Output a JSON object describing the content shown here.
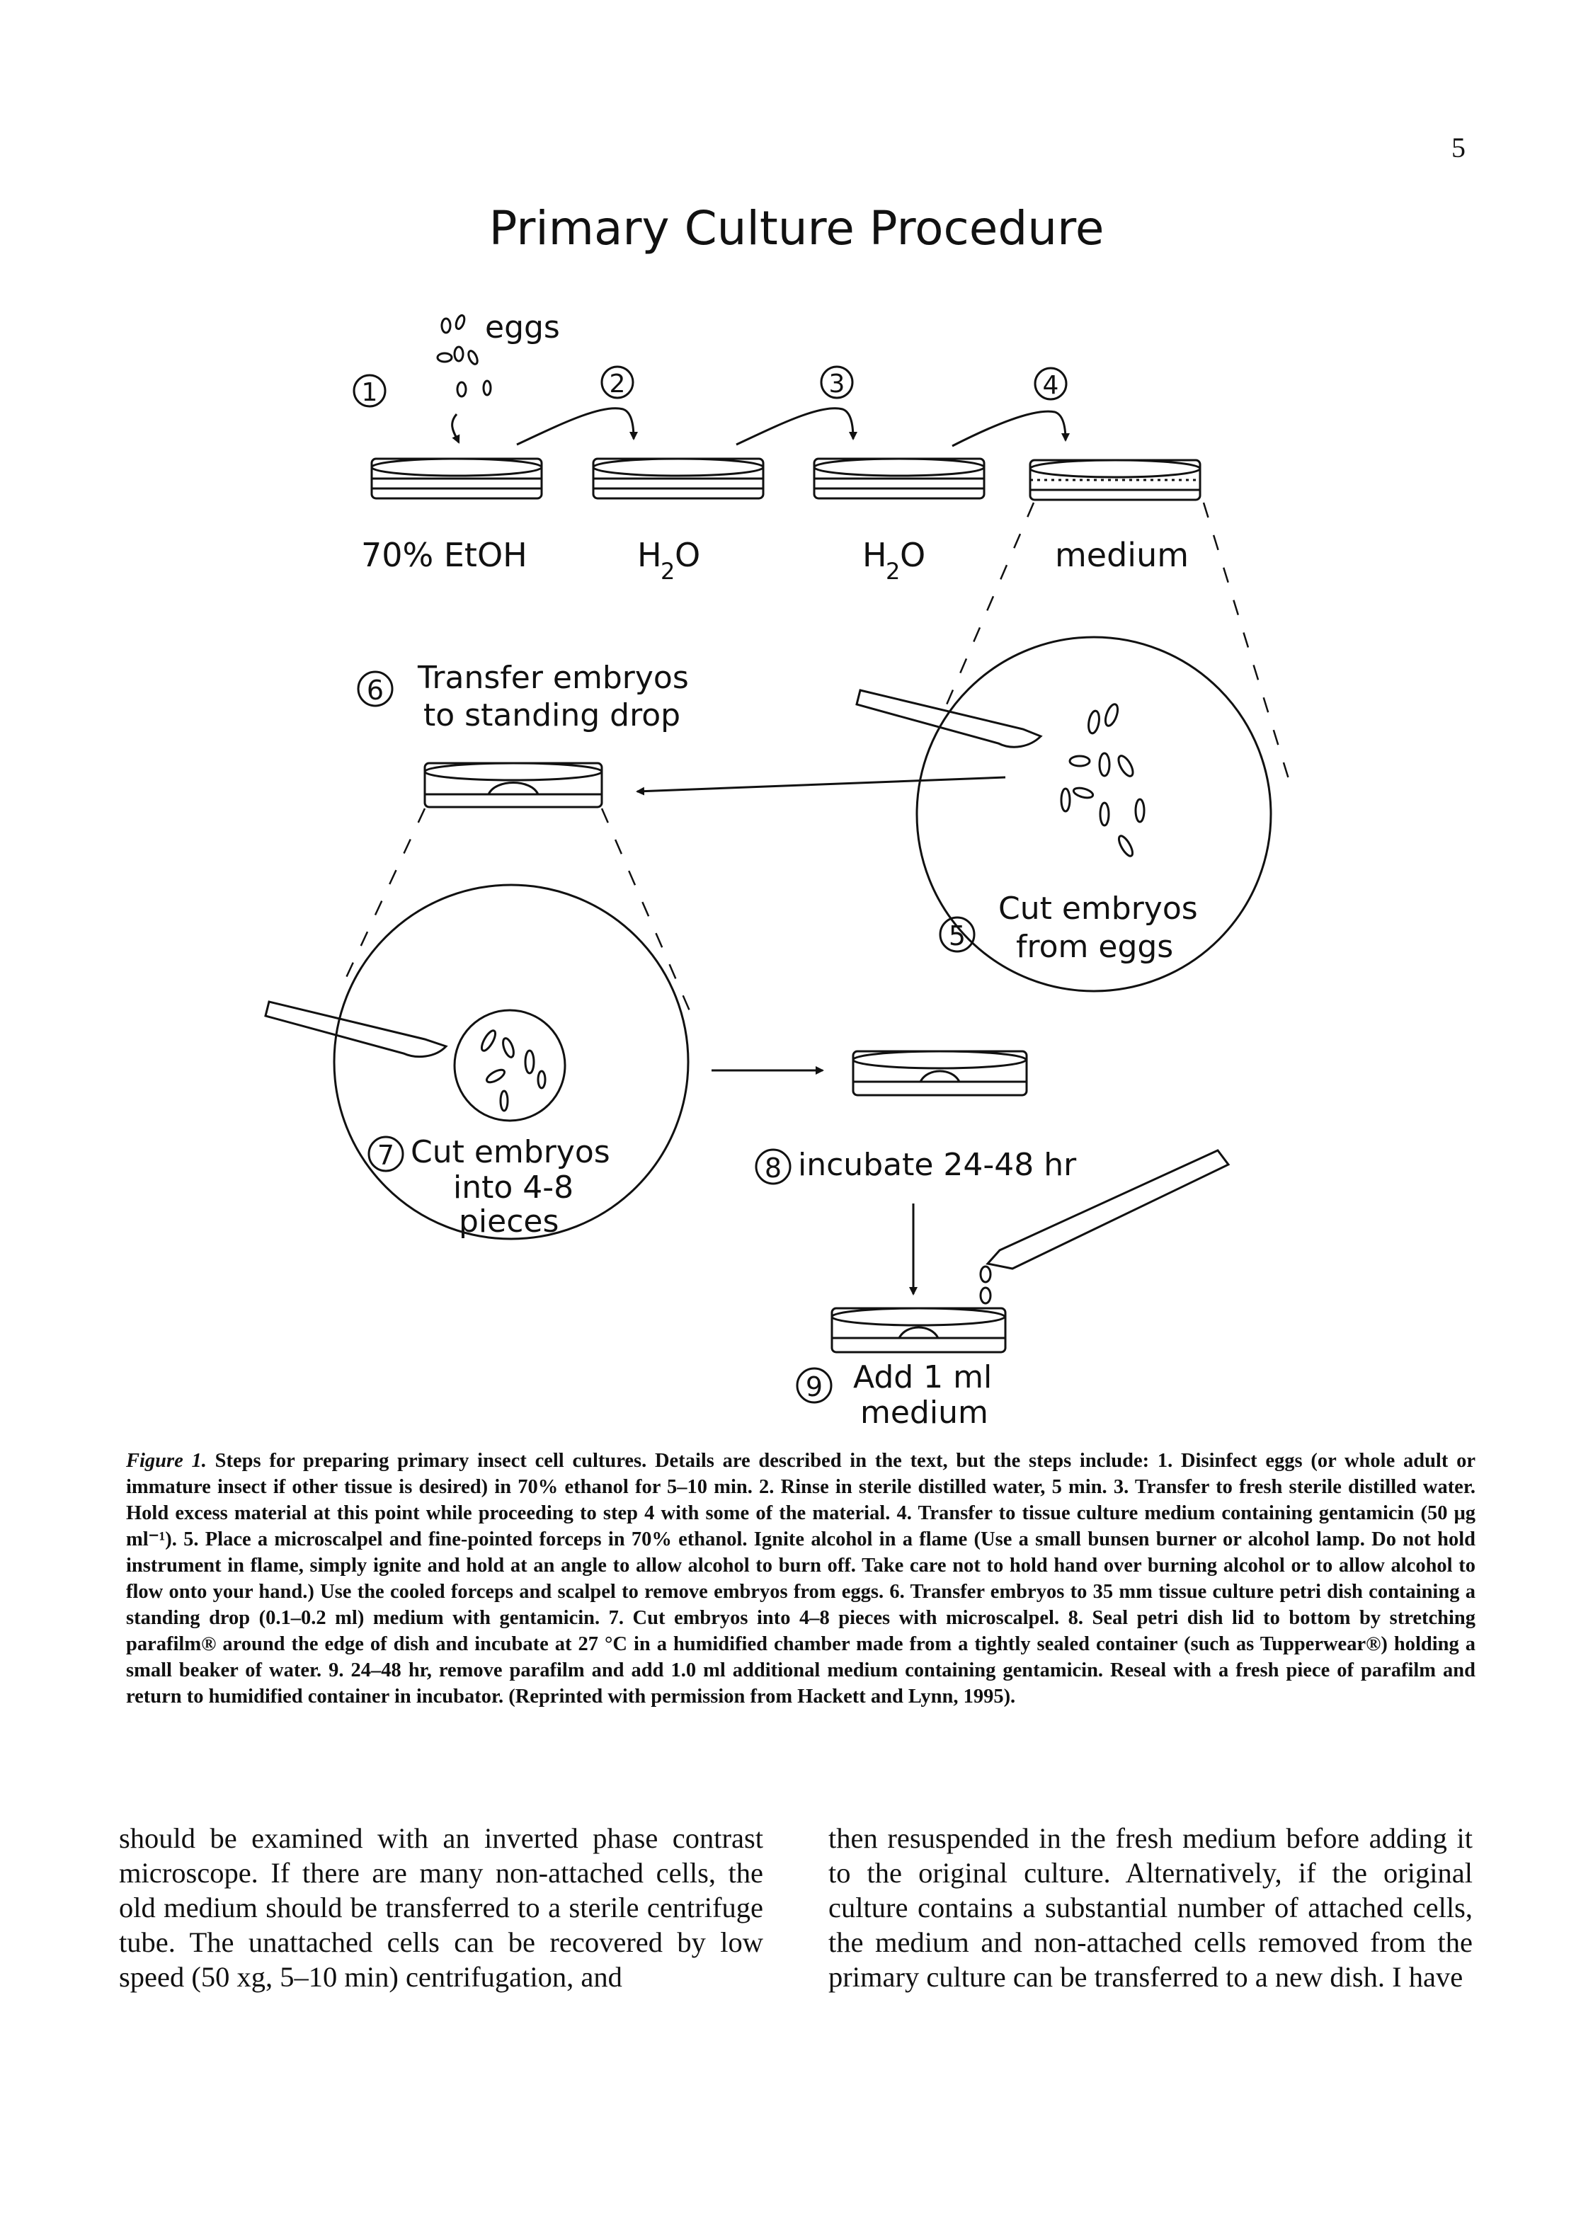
{
  "page": {
    "number": "5"
  },
  "figure": {
    "title": "Primary Culture Procedure",
    "labels": {
      "eggs": "eggs",
      "step1": "1",
      "step2": "2",
      "step3": "3",
      "step4": "4",
      "step5": "5",
      "step6": "6",
      "step7": "7",
      "step8": "8",
      "step9": "9",
      "dish1": "70% EtOH",
      "dish2_main": "H",
      "dish2_sub": "2",
      "dish2_tail": "O",
      "dish3_main": "H",
      "dish3_sub": "2",
      "dish3_tail": "O",
      "dish4": "medium",
      "s6_line1": "Transfer embryos",
      "s6_line2": "to standing drop",
      "s5_line1": "Cut embryos",
      "s5_line2": "from eggs",
      "s7_line1": "Cut embryos",
      "s7_line2": "into 4-8",
      "s7_line3": "pieces",
      "s8": "incubate 24-48 hr",
      "s9_line1": "Add 1 ml",
      "s9_line2": "medium"
    }
  },
  "caption": {
    "label": "Figure 1.",
    "text": " Steps for preparing primary insect cell cultures. Details are described in the text, but the steps include: 1. Disinfect eggs (or whole adult or immature insect if other tissue is desired) in 70% ethanol for 5–10 min. 2. Rinse in sterile distilled water, 5 min. 3. Transfer to fresh sterile distilled water. Hold excess material at this point while proceeding to step 4 with some of the material. 4. Transfer to tissue culture medium containing gentamicin (50 μg ml⁻¹). 5. Place a microscalpel and fine-pointed forceps in 70% ethanol. Ignite alcohol in a flame (Use a small bunsen burner or alcohol lamp. Do not hold instrument in flame, simply ignite and hold at an angle to allow alcohol to burn off. Take care not to hold hand over burning alcohol or to allow alcohol to flow onto your hand.) Use the cooled forceps and scalpel to remove embryos from eggs. 6. Transfer embryos to 35 mm tissue culture petri dish containing a standing drop (0.1–0.2 ml) medium with gentamicin. 7. Cut embryos into 4–8 pieces with microscalpel. 8. Seal petri dish lid to bottom by stretching parafilm® around the edge of dish and incubate at 27 °C in a humidified chamber made from a tightly sealed container (such as Tupperwear®) holding a small beaker of water. 9. 24–48 hr, remove parafilm and add 1.0 ml additional medium containing gentamicin. Reseal with a fresh piece of parafilm and return to humidified container in incubator. (Reprinted with permission from Hackett and Lynn, 1995)."
  },
  "body": {
    "left": "should be examined with an inverted phase contrast microscope. If there are many non-attached cells, the old medium should be transferred to a sterile centrifuge tube. The unattached cells can be recovered by low speed (50 xg, 5–10 min) centrifugation, and",
    "right": "then resuspended in the fresh medium before adding it to the original culture. Alternatively, if the original culture contains a substantial number of attached cells, the medium and non-attached cells removed from the primary culture can be transferred to a new dish. I have"
  }
}
